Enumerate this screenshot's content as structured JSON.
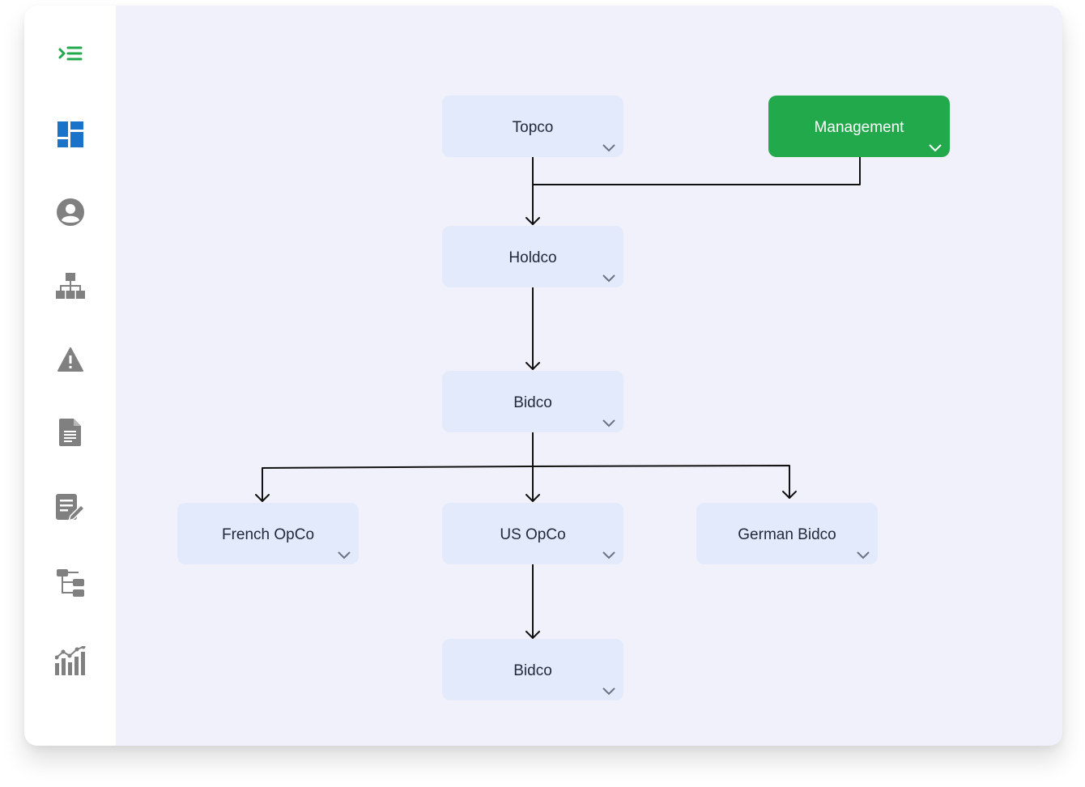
{
  "sidebar": {
    "items": [
      {
        "icon": "expand-menu-icon",
        "color": "#22a94b"
      },
      {
        "icon": "dashboard-icon",
        "color": "#1a73c9"
      },
      {
        "icon": "user-icon",
        "color": "#808080"
      },
      {
        "icon": "org-chart-icon",
        "color": "#808080"
      },
      {
        "icon": "warning-icon",
        "color": "#808080"
      },
      {
        "icon": "document-icon",
        "color": "#808080"
      },
      {
        "icon": "edit-document-icon",
        "color": "#808080"
      },
      {
        "icon": "workflow-icon",
        "color": "#808080"
      },
      {
        "icon": "analytics-icon",
        "color": "#808080"
      }
    ]
  },
  "diagram": {
    "nodes": {
      "topco": {
        "label": "Topco"
      },
      "management": {
        "label": "Management"
      },
      "holdco": {
        "label": "Holdco"
      },
      "bidco": {
        "label": "Bidco"
      },
      "french_opco": {
        "label": "French OpCo"
      },
      "us_opco": {
        "label": "US OpCo"
      },
      "german_bidco": {
        "label": "German Bidco"
      },
      "us_bidco": {
        "label": "Bidco"
      }
    },
    "colors": {
      "node_bg": "#e2eafc",
      "node_accent": "#22a94b",
      "connector": "#111111",
      "chevron": "#6b7280"
    }
  }
}
